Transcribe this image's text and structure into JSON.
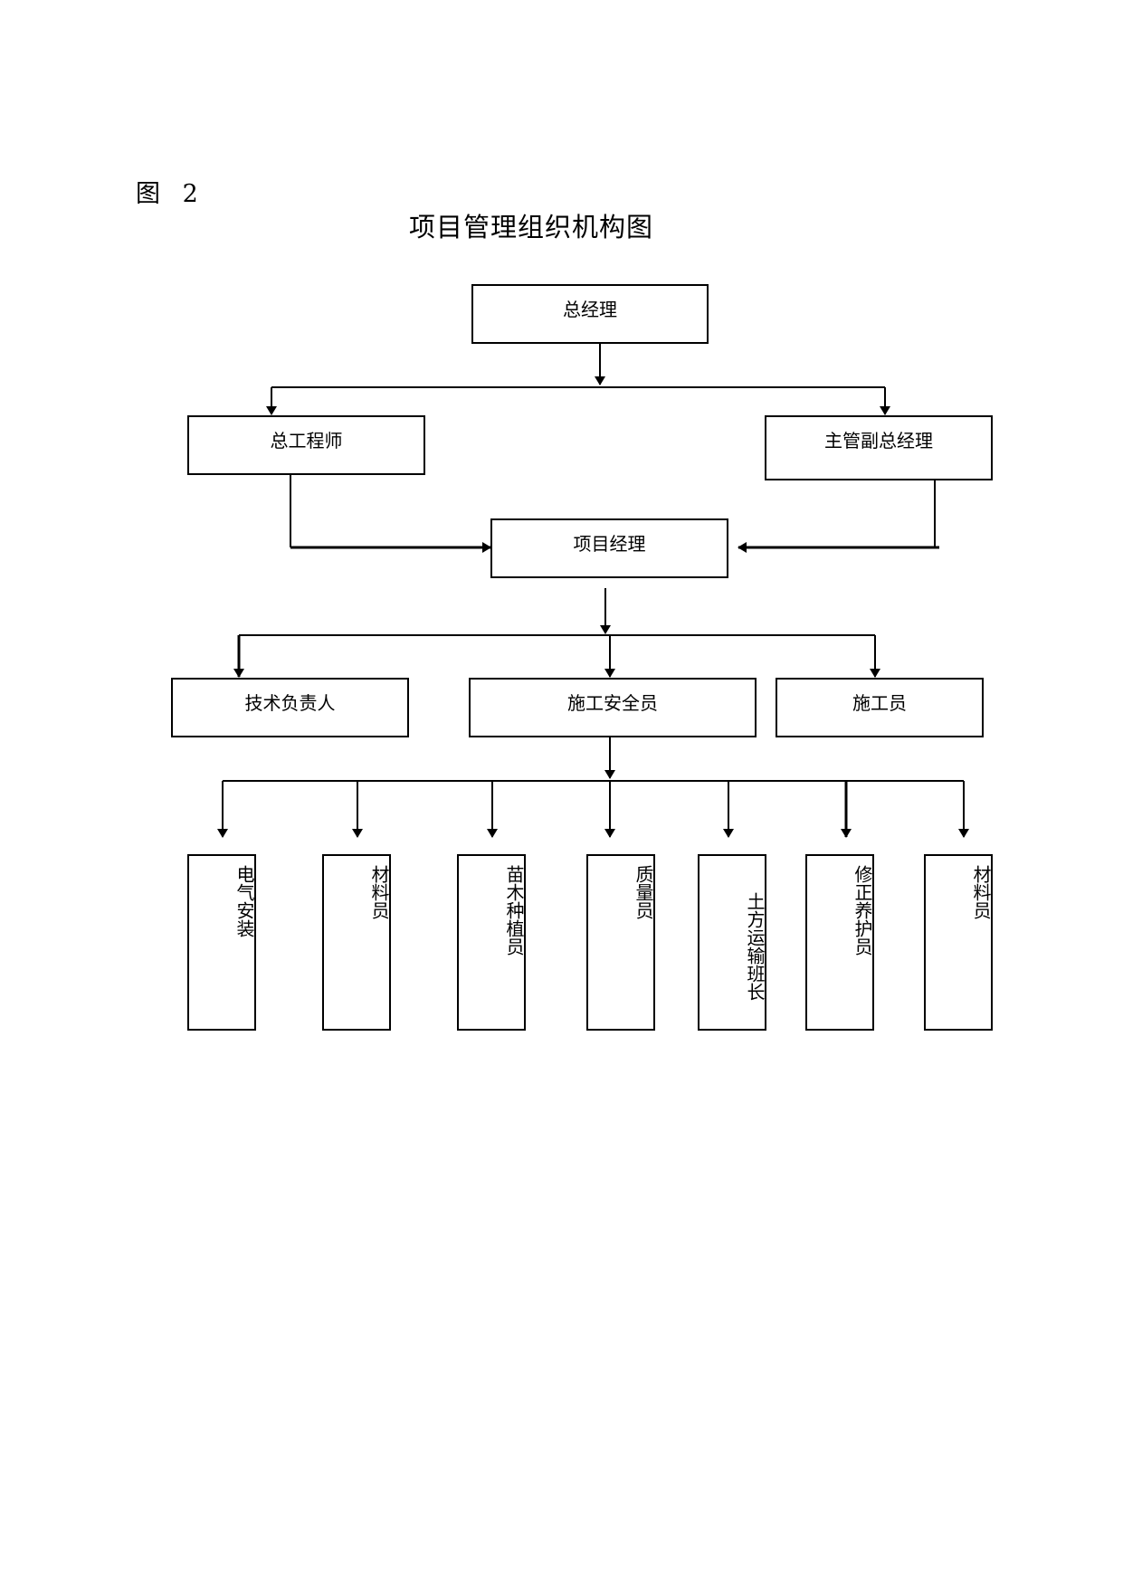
{
  "figure_label": "图 2",
  "title": "项目管理组织机构图",
  "nodes": {
    "general_manager": "总经理",
    "chief_engineer": "总工程师",
    "deputy_gm": "主管副总经理",
    "project_manager": "项目经理",
    "tech_lead": "技术负责人",
    "safety_officer": "施工安全员",
    "construction_staff": "施工员"
  },
  "staff": [
    "电气安装",
    "材料员",
    "苗木种植员",
    "质量员",
    "土方运输班长",
    "修正养护员",
    "材料员"
  ]
}
